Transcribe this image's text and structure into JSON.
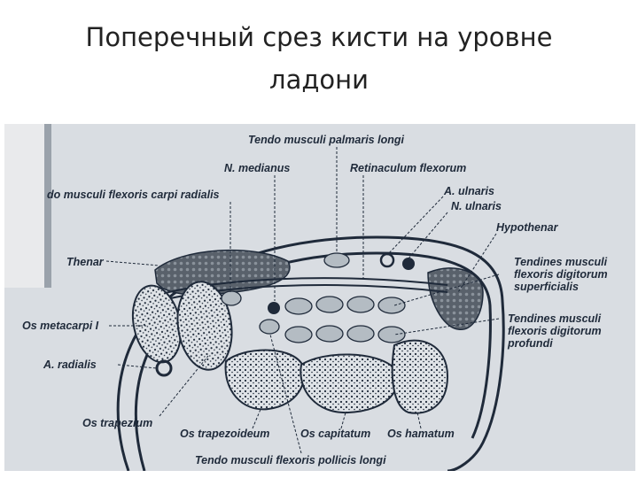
{
  "title": {
    "line1": "Поперечный срез кисти на уровне",
    "line2": "ладони"
  },
  "labels": {
    "tendo_palmaris_longi": "Tendo musculi palmaris longi",
    "n_medianus": "N. medianus",
    "retinaculum": "Retinaculum flexorum",
    "flexor_carpi_radialis": "do musculi flexoris carpi radialis",
    "a_ulnaris": "A. ulnaris",
    "n_ulnaris": "N. ulnaris",
    "hypothenar": "Hypothenar",
    "thenar": "Thenar",
    "fds_1": "Tendines musculi",
    "fds_2": "flexoris digitorum",
    "fds_3": "superficialis",
    "metacarpi": "Os metacarpi I",
    "fdp_1": "Tendines musculi",
    "fdp_2": "flexoris digitorum",
    "fdp_3": "profundi",
    "a_radialis": "A. radialis",
    "trapezium": "Os trapezium",
    "trapezoideum": "Os trapezoideum",
    "capitatum": "Os capitatum",
    "hamatum": "Os hamatum",
    "fpl": "Tendo musculi flexoris pollicis longi"
  },
  "colors": {
    "ink": "#1f2a3a",
    "paper": "#d9dde2",
    "muscle": "#5e6670",
    "tendon": "#b4bcc3"
  }
}
